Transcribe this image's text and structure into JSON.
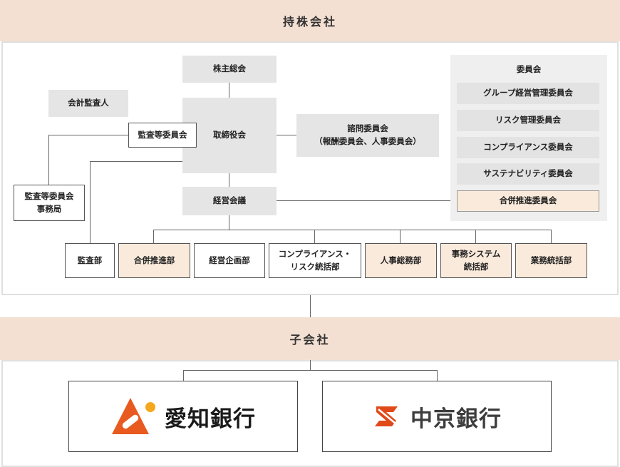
{
  "holding": {
    "title": "持株会社"
  },
  "subsidiary": {
    "title": "子会社"
  },
  "governance": {
    "shareholders_meeting": "株主総会",
    "board": "取締役会",
    "accounting_auditor": "会計監査人",
    "audit_committee": "監査等委員会",
    "audit_committee_office": "監査等委員会\n事務局",
    "advisory_committee": "諮問委員会\n（報酬委員会、人事委員会）",
    "management_meeting": "経営会議"
  },
  "committees": {
    "title": "委員会",
    "items": [
      "グループ経営管理委員会",
      "リスク管理委員会",
      "コンプライアンス委員会",
      "サステナビリティ委員会",
      "合併推進委員会"
    ]
  },
  "departments": [
    "監査部",
    "合併推進部",
    "経営企画部",
    "コンプライアンス・\nリスク統括部",
    "人事総務部",
    "事務システム\n統括部",
    "業務統括部"
  ],
  "banks": [
    {
      "name": "愛知銀行"
    },
    {
      "name": "中京銀行"
    }
  ],
  "colors": {
    "band": "#f4e0d2",
    "highlight": "#faeadb",
    "box_gray": "#e5e5e5",
    "aichi_brand": "#e85a1f",
    "aichi_dot": "#f5a81c",
    "chukyo_brand": "#e04a1a"
  },
  "icons": {
    "aichi_logo": "aichi-bank-logo-icon",
    "chukyo_logo": "chukyo-bank-logo-icon"
  }
}
